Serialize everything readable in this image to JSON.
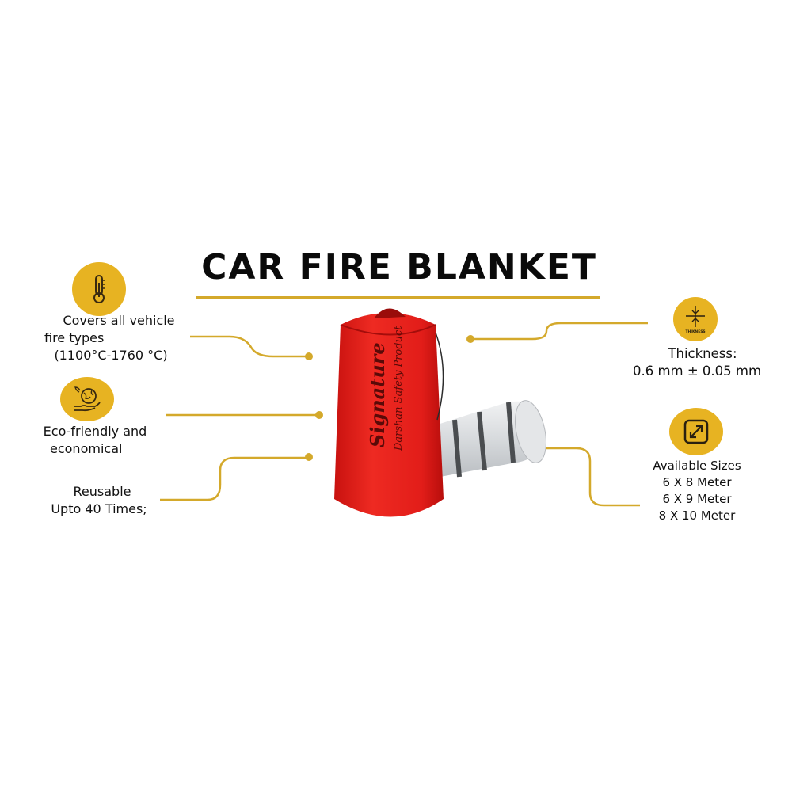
{
  "title": "CAR FIRE BLANKET",
  "colors": {
    "accent": "#e7b322",
    "line": "#d4a92b",
    "bag": "#e8201c",
    "roll": "#d9dcdf"
  },
  "features": {
    "temperature": {
      "icon": "thermometer-icon",
      "line1": "Covers all vehicle",
      "line2": "fire types",
      "line3": "(1100°C-1760 °C)"
    },
    "eco": {
      "icon": "eco-globe-hand-icon",
      "line1": "Eco-friendly and",
      "line2": "economical"
    },
    "reusable": {
      "line1": "Reusable",
      "line2": "Upto 40 Times;"
    },
    "thickness": {
      "icon": "thickness-icon",
      "icon_label": "THIKNESS",
      "line1": "Thickness:",
      "line2": "0.6 mm ± 0.05 mm"
    },
    "sizes": {
      "icon": "resize-arrows-icon",
      "line1": "Available Sizes",
      "items": [
        "6 X 8 Meter",
        "6 X 9 Meter",
        "8 X 10 Meter"
      ]
    }
  },
  "product": {
    "bag_brand": "Signature",
    "bag_subtitle": "Darshan Safety Product"
  }
}
